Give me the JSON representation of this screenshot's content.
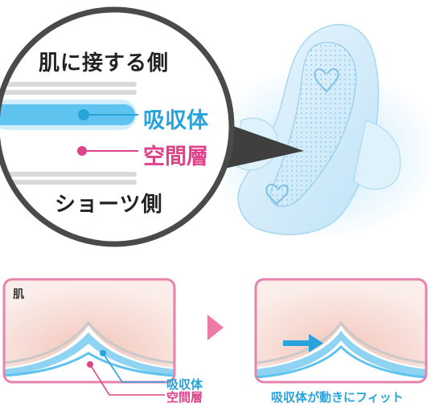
{
  "top": {
    "side_skin": "肌に接する側",
    "side_shorts": "ショーツ側",
    "absorber": "吸収体",
    "air_layer": "空間層"
  },
  "bottom": {
    "skin": "肌",
    "absorber": "吸収体",
    "air_layer": "空間層",
    "caption": "吸収体が動きにフィット"
  },
  "colors": {
    "blue": "#29a3db",
    "pink": "#e0428a",
    "frame_pink": "#e583ad",
    "circle_stroke": "#4a4a4a",
    "skin": "#f6d6cf"
  }
}
